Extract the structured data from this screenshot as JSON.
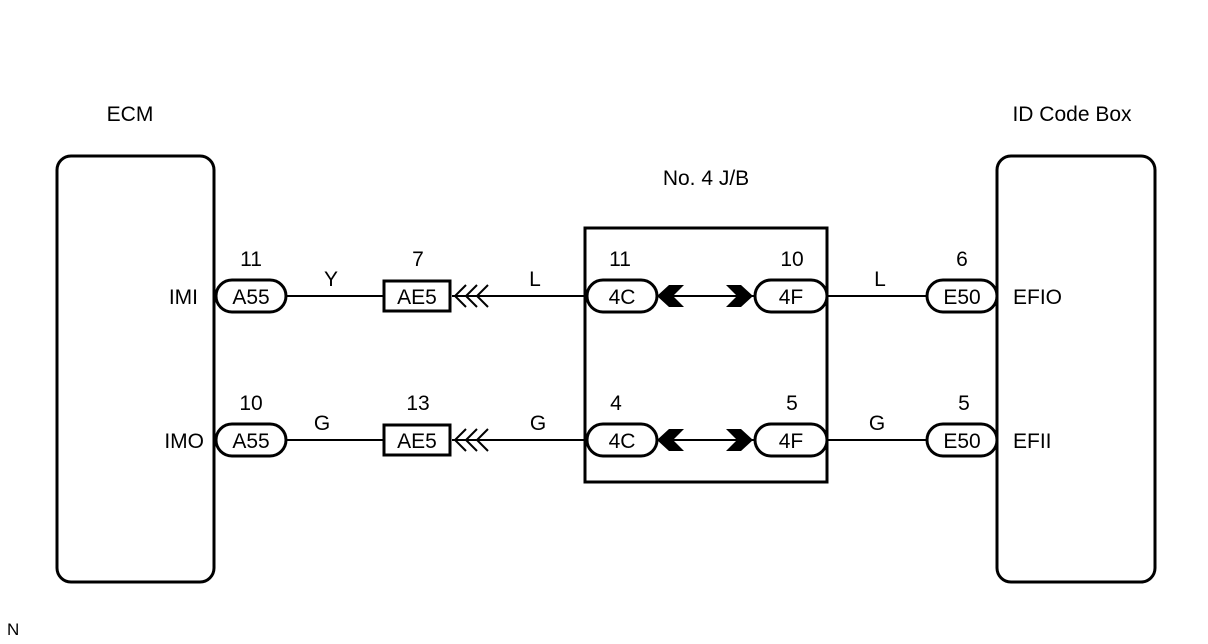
{
  "ecm": {
    "title": "ECM"
  },
  "id_code_box": {
    "title": "ID Code Box"
  },
  "junction_block": {
    "title": "No. 4 J/B"
  },
  "circuits": [
    {
      "ecm_terminal": "IMI",
      "ecm_pin": "11",
      "ecm_connector": "A55",
      "wire_color_1": "Y",
      "joint_pin": "7",
      "joint_connector": "AE5",
      "wire_color_2": "L",
      "jb_in_pin": "11",
      "jb_in_connector": "4C",
      "jb_out_pin": "10",
      "jb_out_connector": "4F",
      "wire_color_3": "L",
      "box_pin": "6",
      "box_connector": "E50",
      "box_terminal": "EFIO"
    },
    {
      "ecm_terminal": "IMO",
      "ecm_pin": "10",
      "ecm_connector": "A55",
      "wire_color_1": "G",
      "joint_pin": "13",
      "joint_connector": "AE5",
      "wire_color_2": "G",
      "jb_in_pin": "4",
      "jb_in_connector": "4C",
      "jb_out_pin": "5",
      "jb_out_connector": "4F",
      "wire_color_3": "G",
      "box_pin": "5",
      "box_connector": "E50",
      "box_terminal": "EFII"
    }
  ],
  "footer_mark": "N"
}
